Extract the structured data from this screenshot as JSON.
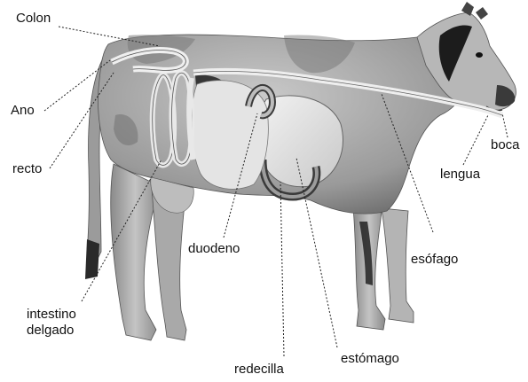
{
  "labels": {
    "colon": "Colon",
    "ano": "Ano",
    "recto": "recto",
    "intestino_delgado": "intestino\ndelgado",
    "duodeno": "duodeno",
    "redecilla": "redecilla",
    "estomago": "estómago",
    "esofago": "esófago",
    "lengua": "lengua",
    "boca": "boca"
  }
}
